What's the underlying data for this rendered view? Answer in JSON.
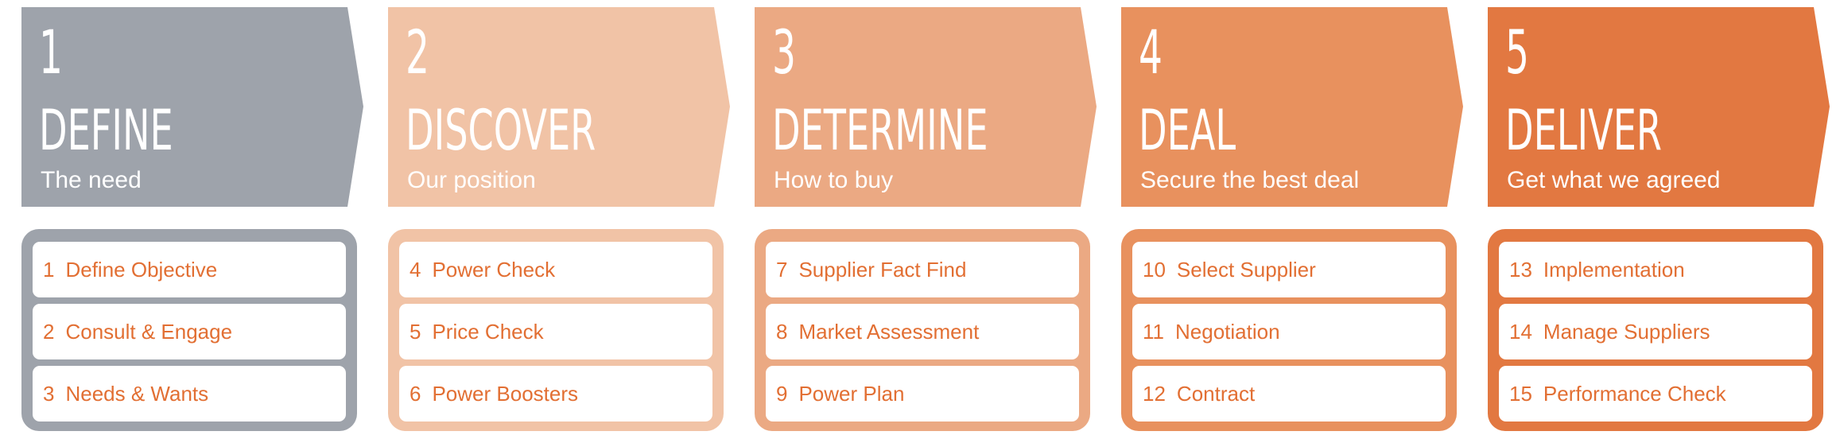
{
  "stages": [
    {
      "number": "1",
      "title": "DEFINE",
      "subtitle": "The need",
      "arrow_color": "#9ea3ab",
      "box_color": "#9ea3ab",
      "items": [
        {
          "n": "1",
          "label": "Define Objective"
        },
        {
          "n": "2",
          "label": "Consult & Engage"
        },
        {
          "n": "3",
          "label": "Needs & Wants"
        }
      ]
    },
    {
      "number": "2",
      "title": "DISCOVER",
      "subtitle": "Our position",
      "arrow_color": "#f1c3a6",
      "box_color": "#f1c3a6",
      "items": [
        {
          "n": "4",
          "label": "Power Check"
        },
        {
          "n": "5",
          "label": "Price Check"
        },
        {
          "n": "6",
          "label": "Power Boosters"
        }
      ]
    },
    {
      "number": "3",
      "title": "DETERMINE",
      "subtitle": "How to buy",
      "arrow_color": "#eba983",
      "box_color": "#eba983",
      "items": [
        {
          "n": "7",
          "label": "Supplier Fact Find"
        },
        {
          "n": "8",
          "label": "Market Assessment"
        },
        {
          "n": "9",
          "label": "Power Plan"
        }
      ]
    },
    {
      "number": "4",
      "title": "DEAL",
      "subtitle": "Secure the best deal",
      "arrow_color": "#e8915e",
      "box_color": "#e8915e",
      "items": [
        {
          "n": "10",
          "label": "Select Supplier"
        },
        {
          "n": "11",
          "label": "Negotiation"
        },
        {
          "n": "12",
          "label": "Contract"
        }
      ]
    },
    {
      "number": "5",
      "title": "DELIVER",
      "subtitle": "Get what we agreed",
      "arrow_color": "#e27841",
      "box_color": "#e27841",
      "items": [
        {
          "n": "13",
          "label": "Implementation"
        },
        {
          "n": "14",
          "label": "Manage Suppliers"
        },
        {
          "n": "15",
          "label": "Performance Check"
        }
      ]
    }
  ]
}
